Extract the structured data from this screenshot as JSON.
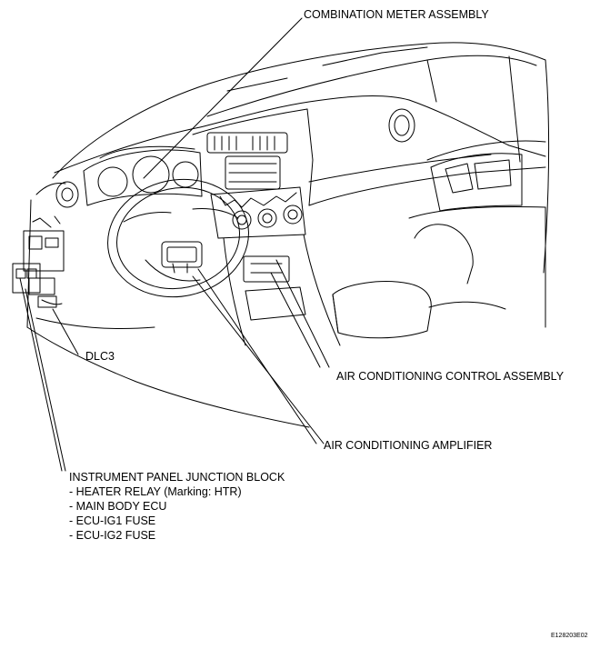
{
  "labels": {
    "combination_meter": "COMBINATION METER ASSEMBLY",
    "dlc3": "DLC3",
    "ac_control": "AIR CONDITIONING CONTROL ASSEMBLY",
    "ac_amplifier": "AIR CONDITIONING AMPLIFIER",
    "junction_block": {
      "title": "INSTRUMENT PANEL JUNCTION BLOCK",
      "items": [
        "- HEATER RELAY (Marking: HTR)",
        "- MAIN BODY ECU",
        "- ECU-IG1 FUSE",
        "- ECU-IG2 FUSE"
      ]
    }
  },
  "figure_code": "E128203E02"
}
